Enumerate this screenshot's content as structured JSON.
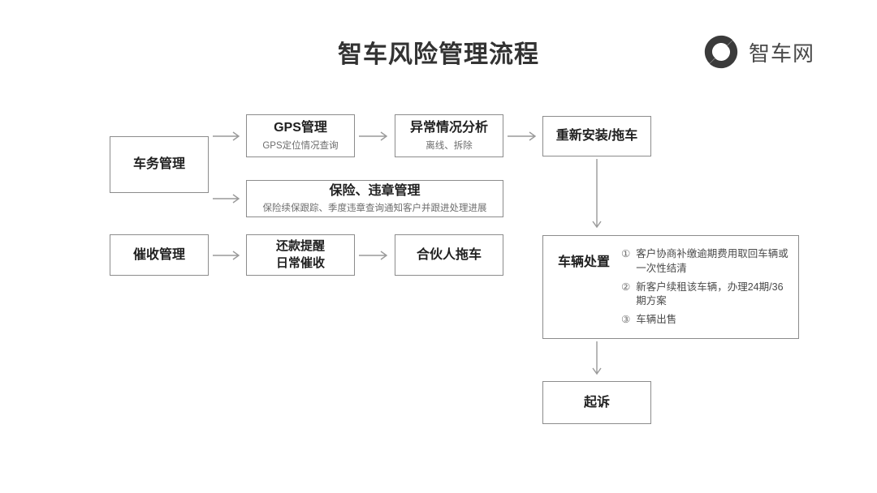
{
  "header": {
    "title": "智车风险管理流程",
    "brand_name": "智车网",
    "logo_icon": "zhiche-logo-icon"
  },
  "nodes": {
    "vehicle_admin": {
      "title": "车务管理"
    },
    "gps": {
      "title": "GPS管理",
      "subtitle": "GPS定位情况查询"
    },
    "abnormal": {
      "title": "异常情况分析",
      "subtitle": "离线、拆除"
    },
    "reinstall": {
      "title": "重新安装/拖车"
    },
    "insurance": {
      "title": "保险、违章管理",
      "subtitle": "保险续保跟踪、季度违章查询通知客户并跟进处理进展"
    },
    "collection": {
      "title": "催收管理"
    },
    "remind": {
      "title_line1": "还款提醒",
      "title_line2": "日常催收"
    },
    "partner_tow": {
      "title": "合伙人拖车"
    },
    "disposal": {
      "title": "车辆处置",
      "items": [
        {
          "num": "①",
          "text": "客户协商补缴逾期费用取回车辆或一次性结清"
        },
        {
          "num": "②",
          "text": "新客户续租该车辆，办理24期/36期方案"
        },
        {
          "num": "③",
          "text": "车辆出售"
        }
      ]
    },
    "lawsuit": {
      "title": "起诉"
    }
  },
  "connectors": {
    "admin_to_gps": "arrow-right",
    "admin_to_insurance": "arrow-right",
    "gps_to_abnormal": "arrow-right",
    "abnormal_to_reinstall": "arrow-right",
    "collection_to_remind": "arrow-right",
    "remind_to_partner": "arrow-right",
    "reinstall_to_disposal": "arrow-down",
    "disposal_to_lawsuit": "arrow-down"
  },
  "colors": {
    "background": "#ffffff",
    "box_border": "#8c8c8c",
    "title_text": "#333333",
    "body_text": "#1f1f1f",
    "muted_text": "#6d6d6d",
    "arrow": "#9a9a9a"
  }
}
